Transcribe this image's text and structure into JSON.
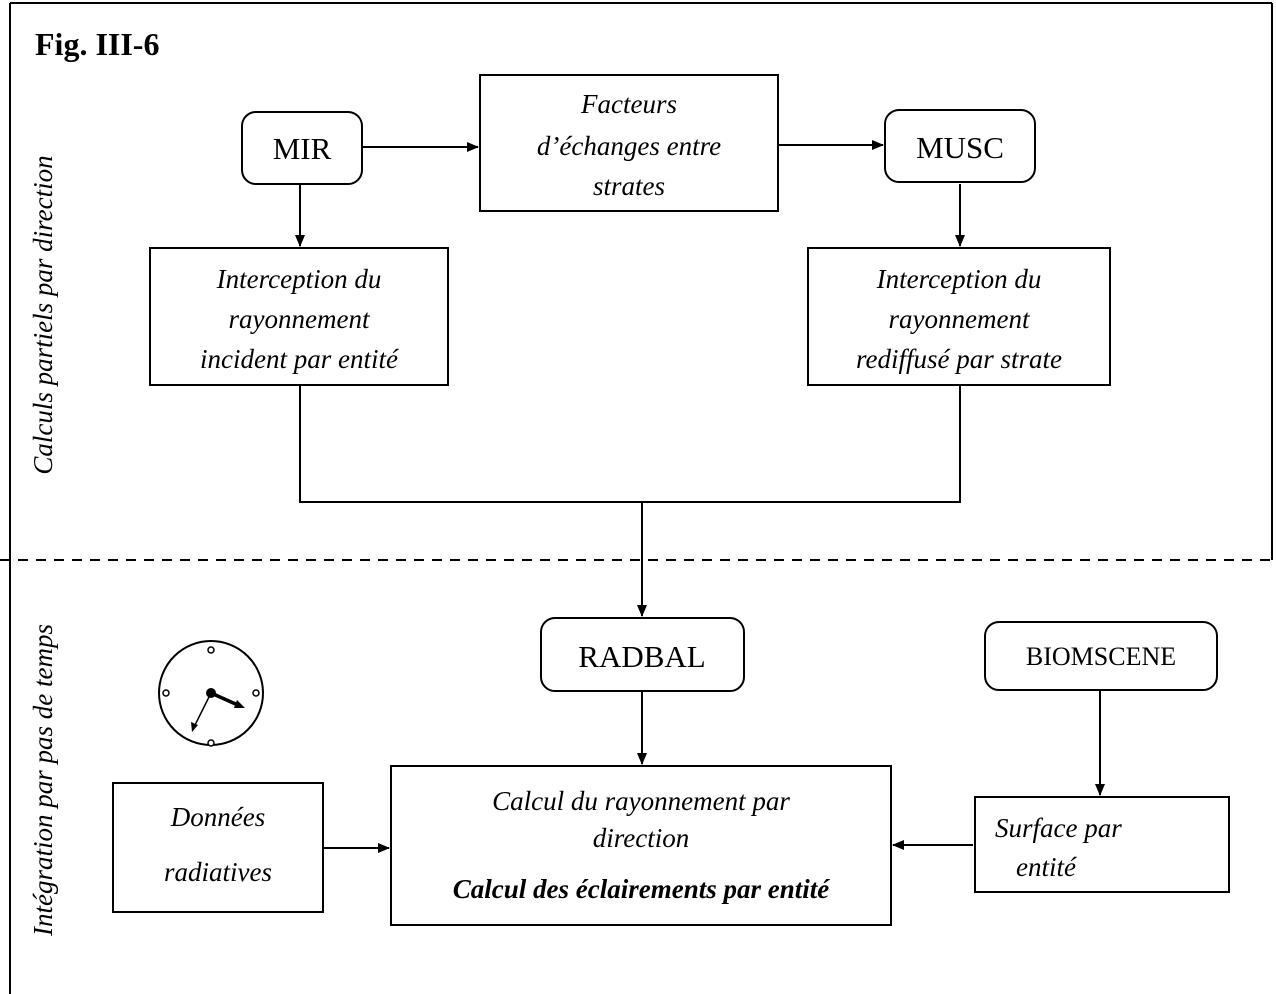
{
  "figure_label": "Fig. III-6",
  "section_labels": {
    "top": "Calculs partiels par direction",
    "bottom": "Intégration par pas de temps"
  },
  "nodes": {
    "mir": "MIR",
    "facteurs": [
      "Facteurs",
      "d’échanges entre",
      "strates"
    ],
    "musc": "MUSC",
    "interception_incident": [
      "Interception du",
      "rayonnement",
      "incident par entité"
    ],
    "interception_rediffuse": [
      "Interception du",
      "rayonnement",
      "rediffusé par strate"
    ],
    "radbal": "RADBAL",
    "biomscene": "BIOMSCENE",
    "donnees": [
      "Données",
      "radiatives"
    ],
    "calcul": {
      "line1": "Calcul du rayonnement par",
      "line2": "direction",
      "line3": "Calcul des éclairements par entité"
    },
    "surface": [
      "Surface par",
      "entité"
    ]
  }
}
